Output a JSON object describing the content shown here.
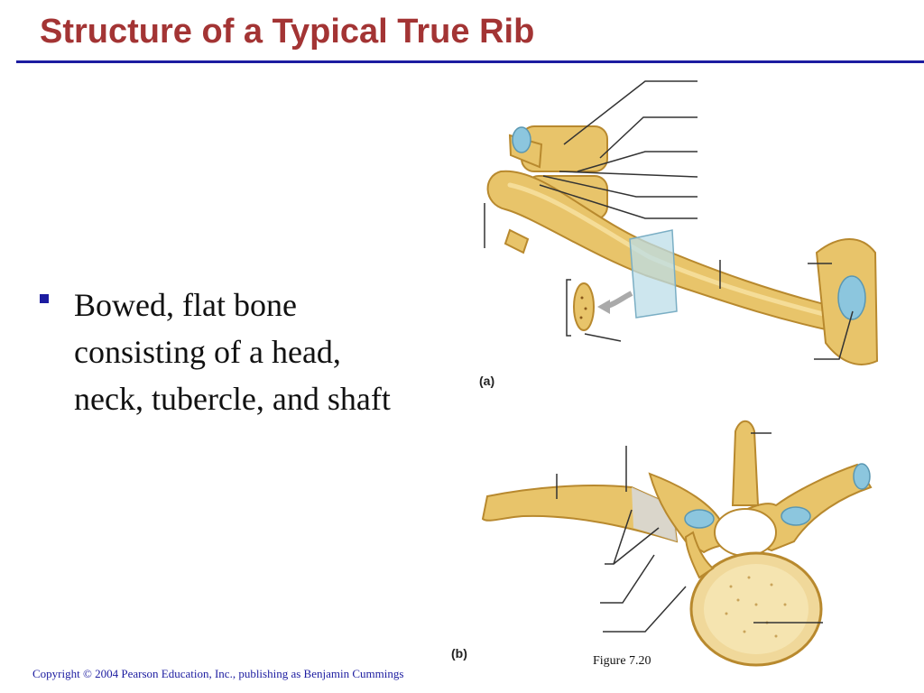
{
  "slide": {
    "title": "Structure of a Typical True Rib",
    "bullet_text": "Bowed, flat bone consisting of a head, neck, tubercle, and shaft"
  },
  "figure": {
    "panel_a_label": "(a)",
    "panel_b_label": "(b)",
    "caption": "Figure 7.20"
  },
  "footer": {
    "copyright": "Copyright © 2004 Pearson Education, Inc., publishing as Benjamin Cummings"
  },
  "colors": {
    "title": "#a33434",
    "rule": "#1c1ca0",
    "bone": "#e8c46a",
    "bone_dark": "#b8892e",
    "cartilage": "#8cc6de"
  }
}
